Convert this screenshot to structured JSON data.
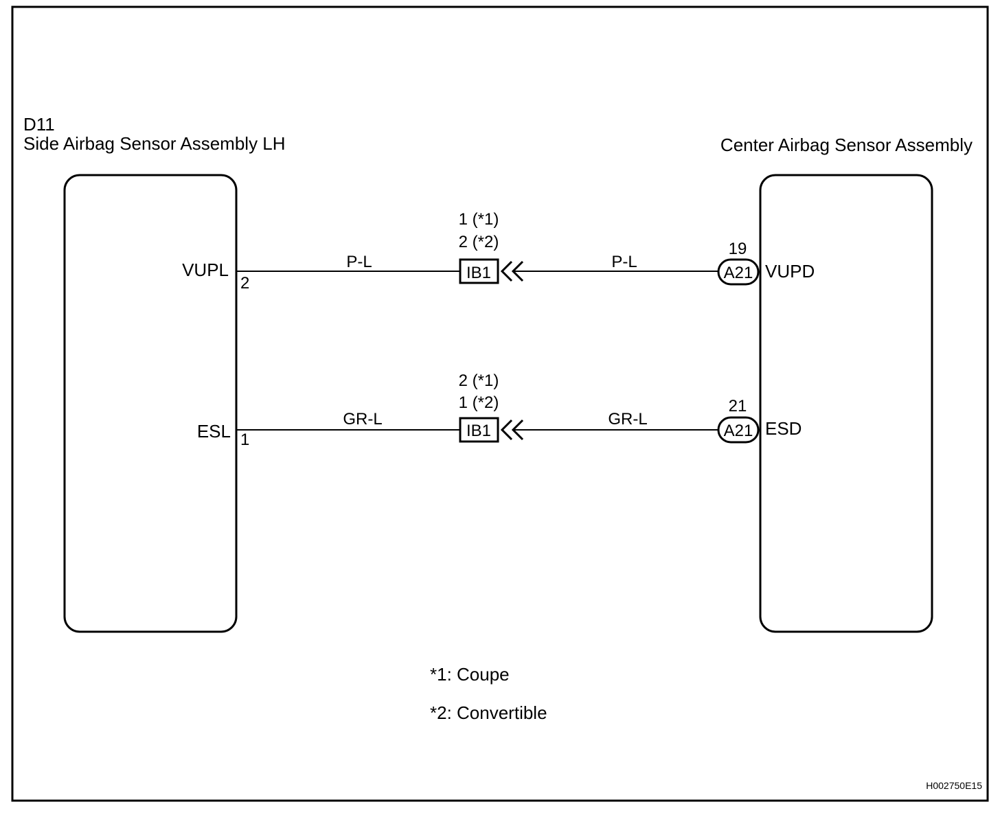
{
  "left_component": {
    "code": "D11",
    "name": "Side Airbag Sensor Assembly LH"
  },
  "right_component": {
    "name": "Center Airbag Sensor Assembly"
  },
  "circuits": [
    {
      "left_terminal_name": "VUPL",
      "left_pin": "2",
      "left_wire_color": "P-L",
      "junction_pin_line1": "1 (*1)",
      "junction_pin_line2": "2 (*2)",
      "junction_connector": "IB1",
      "right_wire_color": "P-L",
      "right_pin": "19",
      "right_connector": "A21",
      "right_terminal_name": "VUPD"
    },
    {
      "left_terminal_name": "ESL",
      "left_pin": "1",
      "left_wire_color": "GR-L",
      "junction_pin_line1": "2 (*1)",
      "junction_pin_line2": "1 (*2)",
      "junction_connector": "IB1",
      "right_wire_color": "GR-L",
      "right_pin": "21",
      "right_connector": "A21",
      "right_terminal_name": "ESD"
    }
  ],
  "notes": [
    "*1: Coupe",
    "*2: Convertible"
  ],
  "figure_id": "H002750E15"
}
